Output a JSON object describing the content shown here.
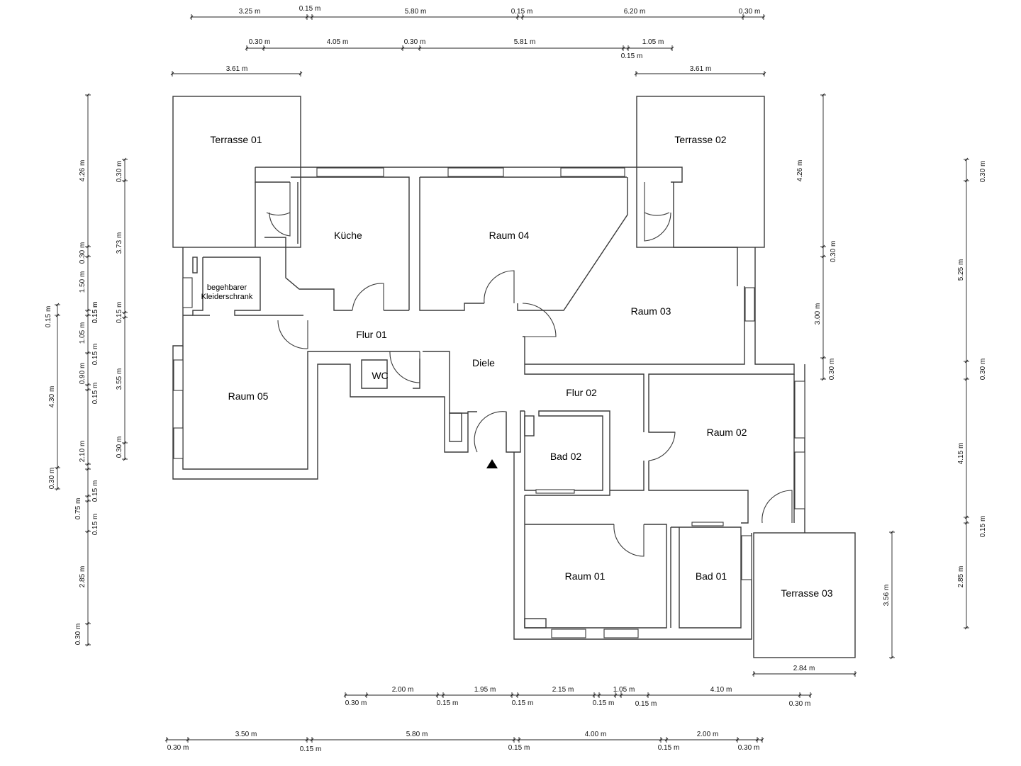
{
  "rooms": {
    "terrasse_01": "Terrasse 01",
    "terrasse_02": "Terrasse 02",
    "terrasse_03": "Terrasse 03",
    "kueche": "Küche",
    "raum_04": "Raum 04",
    "raum_03": "Raum 03",
    "raum_05": "Raum 05",
    "raum_02": "Raum 02",
    "raum_01": "Raum 01",
    "bad_01": "Bad 01",
    "bad_02": "Bad 02",
    "flur_01": "Flur 01",
    "flur_02": "Flur 02",
    "diele": "Diele",
    "wc": "WC",
    "closet_line1": "begehbarer",
    "closet_line2": "Kleiderschrank"
  },
  "dimensions": {
    "top1": [
      "3.25 m",
      "0.15 m",
      "5.80 m",
      "0.15 m",
      "6.20 m",
      "0.30 m"
    ],
    "top2": [
      "0.30 m",
      "4.05 m",
      "0.30 m",
      "5.81 m",
      "0.15 m",
      "1.05 m"
    ],
    "top3": [
      "3.61 m",
      "3.61 m"
    ],
    "bottom1": [
      "2.00 m",
      "1.95 m",
      "2.15 m",
      "1.05 m",
      "4.10 m",
      "0.30 m",
      "0.15 m",
      "0.15 m",
      "0.15 m",
      "0.15 m",
      "0.30 m"
    ],
    "bottom2": [
      "3.50 m",
      "5.80 m",
      "4.00 m",
      "2.00 m",
      "0.30 m",
      "0.15 m",
      "0.15 m",
      "0.15 m",
      "0.30 m"
    ],
    "terrace03_width": "2.84 m",
    "terrace03_height": "3.56 m",
    "left_outer": [
      "0.15 m",
      "4.30 m",
      "0.30 m"
    ],
    "left_mid": [
      "4.26 m",
      "0.30 m",
      "1.50 m",
      "0.15 m",
      "1.05 m",
      "0.90 m",
      "0.15 m",
      "2.10 m",
      "0.15 m",
      "0.75 m",
      "0.15 m",
      "2.85 m",
      "0.30 m"
    ],
    "left_inner": [
      "0.30 m",
      "3.73 m",
      "0.15 m",
      "0.15 m",
      "3.55 m",
      "0.15 m",
      "0.30 m"
    ],
    "right_inner": [
      "4.26 m",
      "0.30 m",
      "3.00 m",
      "0.30 m"
    ],
    "right_outer": [
      "0.30 m",
      "5.25 m",
      "0.30 m",
      "4.15 m",
      "0.15 m",
      "2.85 m"
    ]
  }
}
